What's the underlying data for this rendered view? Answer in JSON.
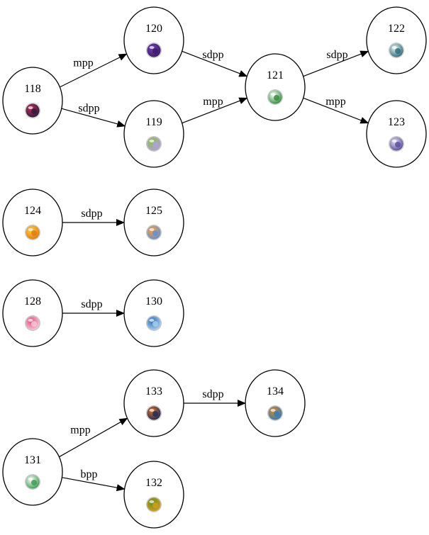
{
  "nodes": [
    {
      "id": "118",
      "label": "118",
      "icon": "purple-red-swirl-icon",
      "colors": [
        "#2b1a3a",
        "#c0305a"
      ]
    },
    {
      "id": "120",
      "label": "120",
      "icon": "dark-purple-creature-icon",
      "colors": [
        "#3a1a6a",
        "#7040b0"
      ]
    },
    {
      "id": "119",
      "label": "119",
      "icon": "green-yellow-plant-icon",
      "colors": [
        "#b0a0e0",
        "#8ac040"
      ]
    },
    {
      "id": "121",
      "label": "121",
      "icon": "green-white-sheep-icon",
      "colors": [
        "#2f8a3a",
        "#ffffff"
      ]
    },
    {
      "id": "122",
      "label": "122",
      "icon": "teal-spiral-icon",
      "colors": [
        "#2a6a78",
        "#e8f4f4"
      ]
    },
    {
      "id": "123",
      "label": "123",
      "icon": "purple-door-icon",
      "colors": [
        "#5a4a9a",
        "#e0e0f0"
      ]
    },
    {
      "id": "124",
      "label": "124",
      "icon": "orange-sun-icon",
      "colors": [
        "#e07a10",
        "#ffd040"
      ]
    },
    {
      "id": "125",
      "label": "125",
      "icon": "blue-creature-icon",
      "colors": [
        "#6090d0",
        "#ffa040"
      ]
    },
    {
      "id": "128",
      "label": "128",
      "icon": "pink-bunny-icon",
      "colors": [
        "#f8c8d8",
        "#e05080"
      ]
    },
    {
      "id": "130",
      "label": "130",
      "icon": "light-blue-fountain-icon",
      "colors": [
        "#a8d0f0",
        "#3070b0"
      ]
    },
    {
      "id": "131",
      "label": "131",
      "icon": "green-white-flower-icon",
      "colors": [
        "#3a9a4a",
        "#ffffff"
      ]
    },
    {
      "id": "133",
      "label": "133",
      "icon": "dark-blue-orange-icon",
      "colors": [
        "#1a2a5a",
        "#e07020"
      ]
    },
    {
      "id": "134",
      "label": "134",
      "icon": "blue-orange-character-icon",
      "colors": [
        "#2a7ac0",
        "#e08a20"
      ]
    },
    {
      "id": "132",
      "label": "132",
      "icon": "yellow-dragon-icon",
      "colors": [
        "#d0a020",
        "#6a8a20"
      ]
    }
  ],
  "edges": [
    {
      "from": "118",
      "to": "120",
      "label": "mpp"
    },
    {
      "from": "118",
      "to": "119",
      "label": "sdpp"
    },
    {
      "from": "120",
      "to": "121",
      "label": "sdpp"
    },
    {
      "from": "119",
      "to": "121",
      "label": "mpp"
    },
    {
      "from": "121",
      "to": "122",
      "label": "sdpp"
    },
    {
      "from": "121",
      "to": "123",
      "label": "mpp"
    },
    {
      "from": "124",
      "to": "125",
      "label": "sdpp"
    },
    {
      "from": "128",
      "to": "130",
      "label": "sdpp"
    },
    {
      "from": "131",
      "to": "133",
      "label": "mpp"
    },
    {
      "from": "131",
      "to": "132",
      "label": "bpp"
    },
    {
      "from": "133",
      "to": "134",
      "label": "sdpp"
    }
  ]
}
